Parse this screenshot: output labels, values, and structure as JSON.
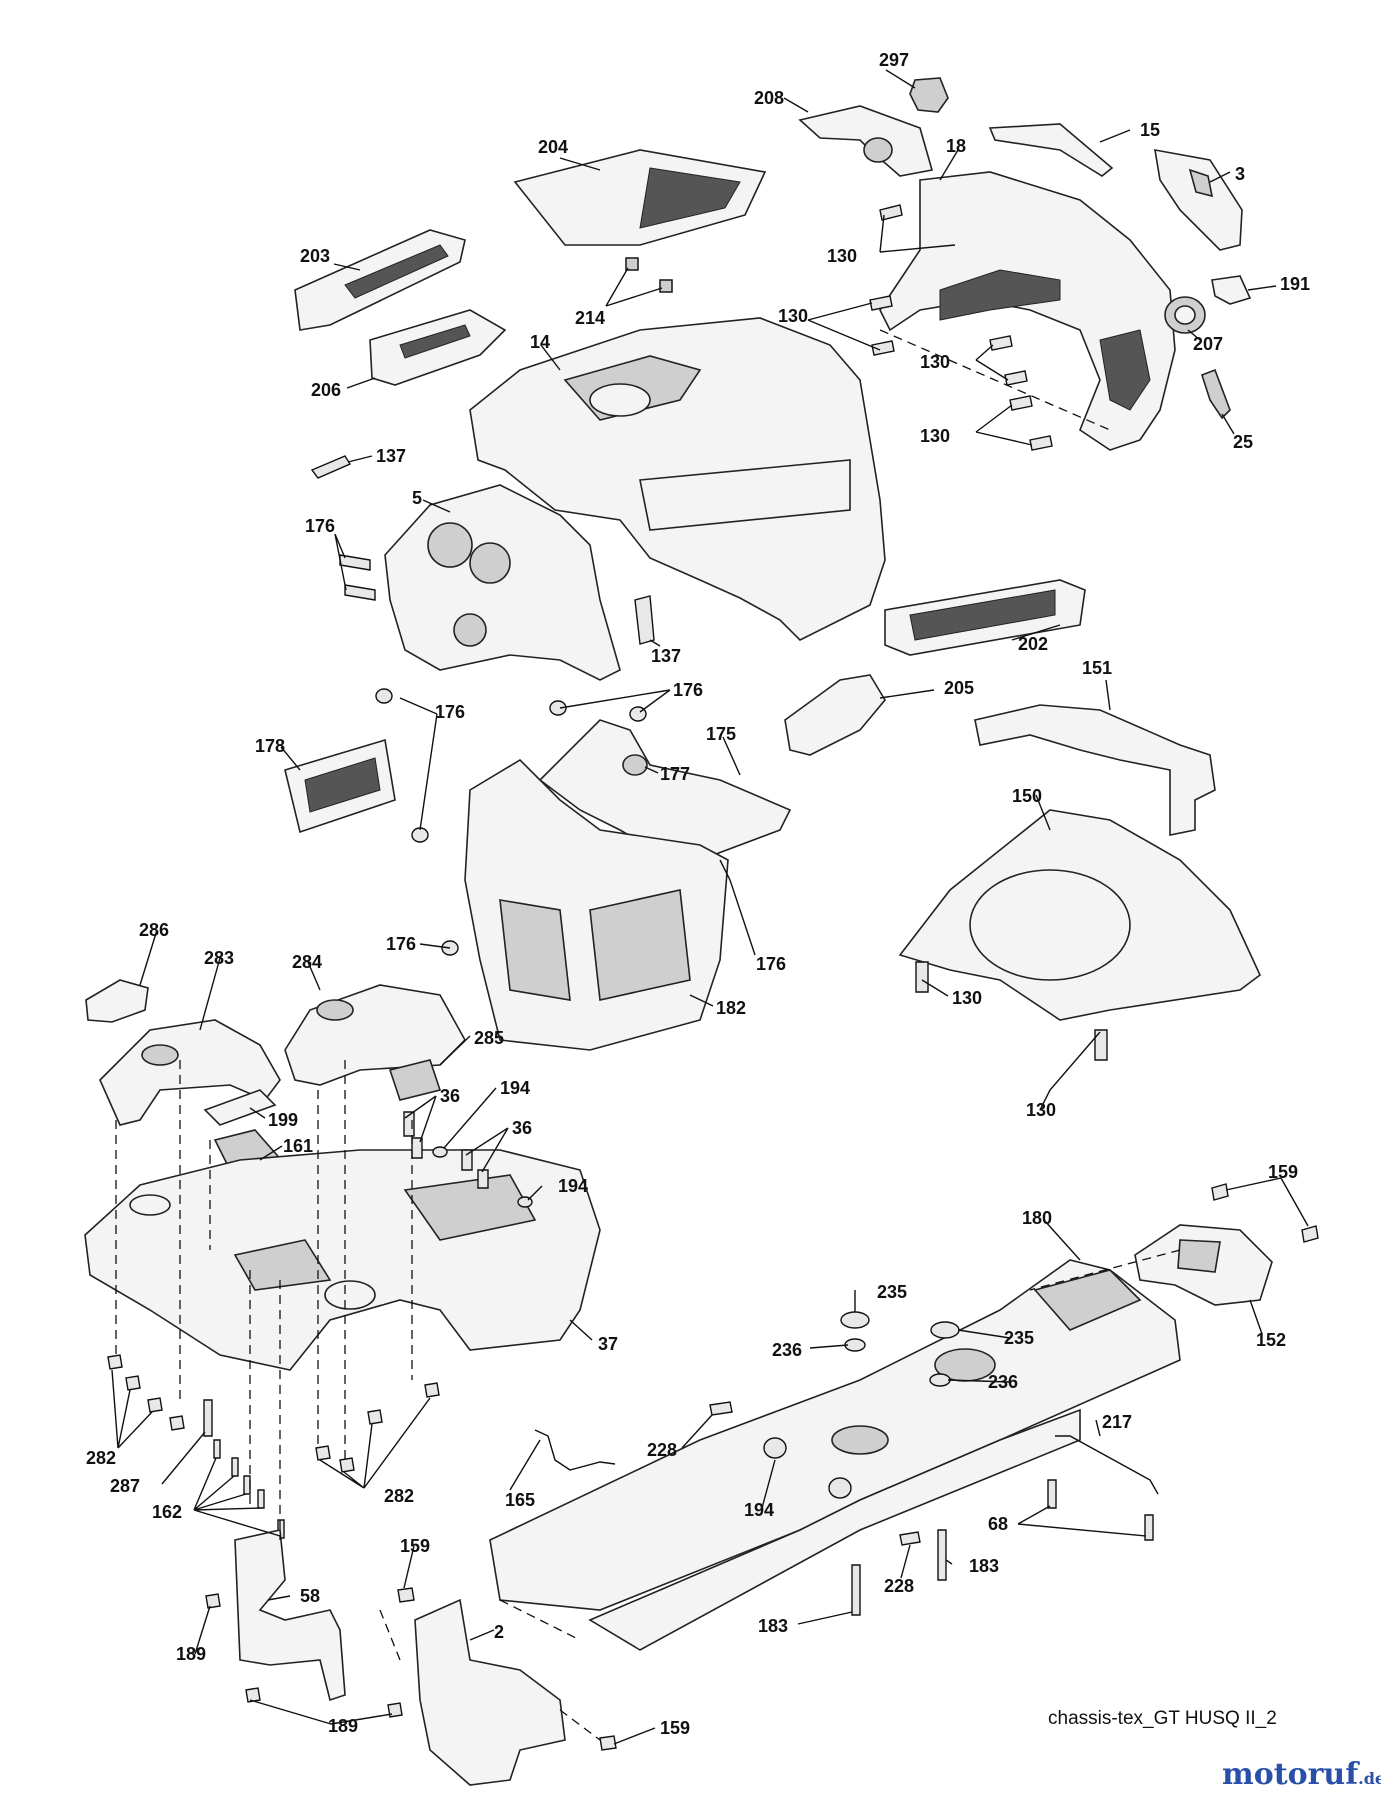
{
  "caption": "chassis-tex_GT HUSQ II_2",
  "watermark": {
    "brand": "motoruf",
    "tld": ".de",
    "color": "#2a4fa8"
  },
  "labels": {
    "p297": "297",
    "p208": "208",
    "p15": "15",
    "p204": "204",
    "p18": "18",
    "p3": "3",
    "p130a": "130",
    "p203": "203",
    "p214": "214",
    "p130b": "130",
    "p191": "191",
    "p207": "207",
    "p14": "14",
    "p130c": "130",
    "p206": "206",
    "p130d": "130",
    "p25": "25",
    "p137a": "137",
    "p5": "5",
    "p176a": "176",
    "p137b": "137",
    "p202": "202",
    "p176b": "176",
    "p205": "205",
    "p151": "151",
    "p176c": "176",
    "p175": "175",
    "p178": "178",
    "p177": "177",
    "p150": "150",
    "p176d": "176",
    "p176e": "176",
    "p286": "286",
    "p283": "283",
    "p284": "284",
    "p130e": "130",
    "p182": "182",
    "p285": "285",
    "p36a": "36",
    "p194a": "194",
    "p199": "199",
    "p130f": "130",
    "p36b": "36",
    "p161": "161",
    "p194b": "194",
    "p159a": "159",
    "p180": "180",
    "p37": "37",
    "p152": "152",
    "p235a": "235",
    "p236a": "236",
    "p235b": "235",
    "p236b": "236",
    "p282a": "282",
    "p228a": "228",
    "p217": "217",
    "p287": "287",
    "p282b": "282",
    "p165": "165",
    "p162": "162",
    "p194c": "194",
    "p68": "68",
    "p159b": "159",
    "p58": "58",
    "p228b": "228",
    "p183a": "183",
    "p2": "2",
    "p189a": "189",
    "p183b": "183",
    "p189b": "189",
    "p159c": "159"
  }
}
